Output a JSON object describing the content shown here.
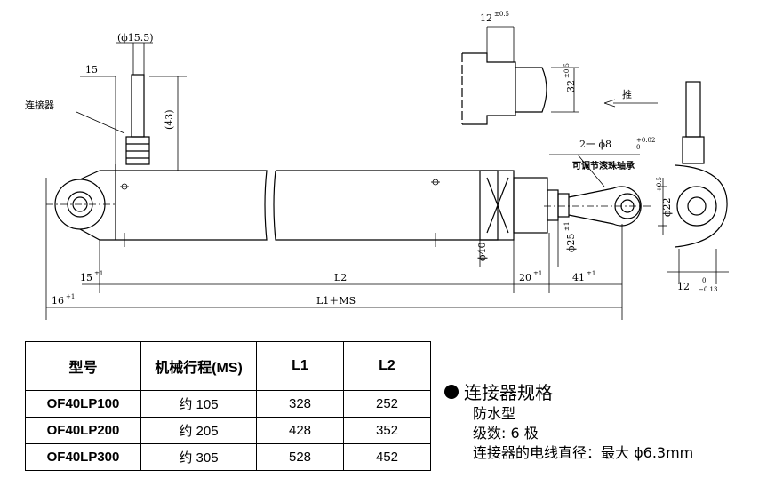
{
  "drawing": {
    "labels": {
      "phi_15_5": "(ϕ15.5)",
      "dim_15": "15",
      "connector": "连接器",
      "dim_43": "(43)",
      "dim_12_top": "12",
      "tol_top": "±0.5",
      "dim_32": "32",
      "tol_32": "±0.5",
      "push": "推",
      "bearing_spec": "2一 ϕ8",
      "bearing_tol_up": "+0.02",
      "bearing_tol_low": "0",
      "adjustable_bearing": "可调节滚珠轴承",
      "dim_phi22": "ϕ22",
      "tol_phi22": "+0.5",
      "dim_phi40": "ϕ40",
      "dim_phi25": "ϕ25",
      "tol_phi25": "±1",
      "dim_15_left": "15",
      "tol_15_left": "±1",
      "dim_L2": "L2",
      "dim_20": "20",
      "tol_20": "±1",
      "dim_41": "41",
      "tol_41": "±1",
      "dim_16": "16",
      "tol_16": "+1",
      "dim_L1_MS": "L1＋MS",
      "dim_12_right": "12",
      "tol_12_up": "0",
      "tol_12_low": "−0.13"
    }
  },
  "table": {
    "headers": [
      "型号",
      "机械行程(MS)",
      "L1",
      "L2"
    ],
    "rows": [
      [
        "OF40LP100",
        "约 105",
        "328",
        "252"
      ],
      [
        "OF40LP200",
        "约 205",
        "428",
        "352"
      ],
      [
        "OF40LP300",
        "约 305",
        "528",
        "452"
      ]
    ]
  },
  "connector_spec": {
    "title": "连接器规格",
    "lines": [
      "防水型",
      "级数: 6 极",
      "连接器的电线直径：最大 ϕ6.3mm"
    ]
  }
}
